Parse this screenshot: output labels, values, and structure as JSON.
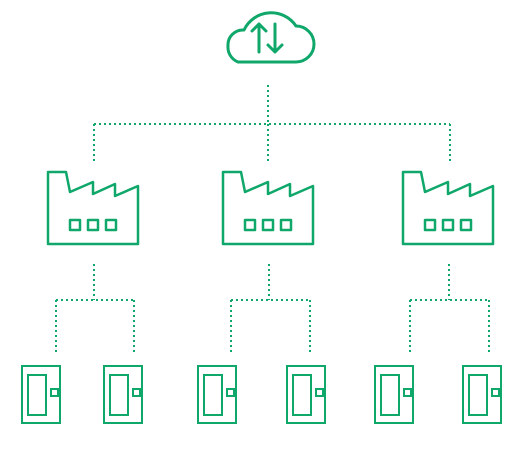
{
  "diagram": {
    "type": "hierarchy",
    "stroke_color": "#0fa76a",
    "background": "#ffffff",
    "root": {
      "icon": "cloud-sync-icon"
    },
    "levels": [
      {
        "icon": "factory-icon",
        "count": 3
      },
      {
        "icon": "cabinet-icon",
        "count_per_parent": 2
      }
    ],
    "connector_style": "dotted"
  }
}
